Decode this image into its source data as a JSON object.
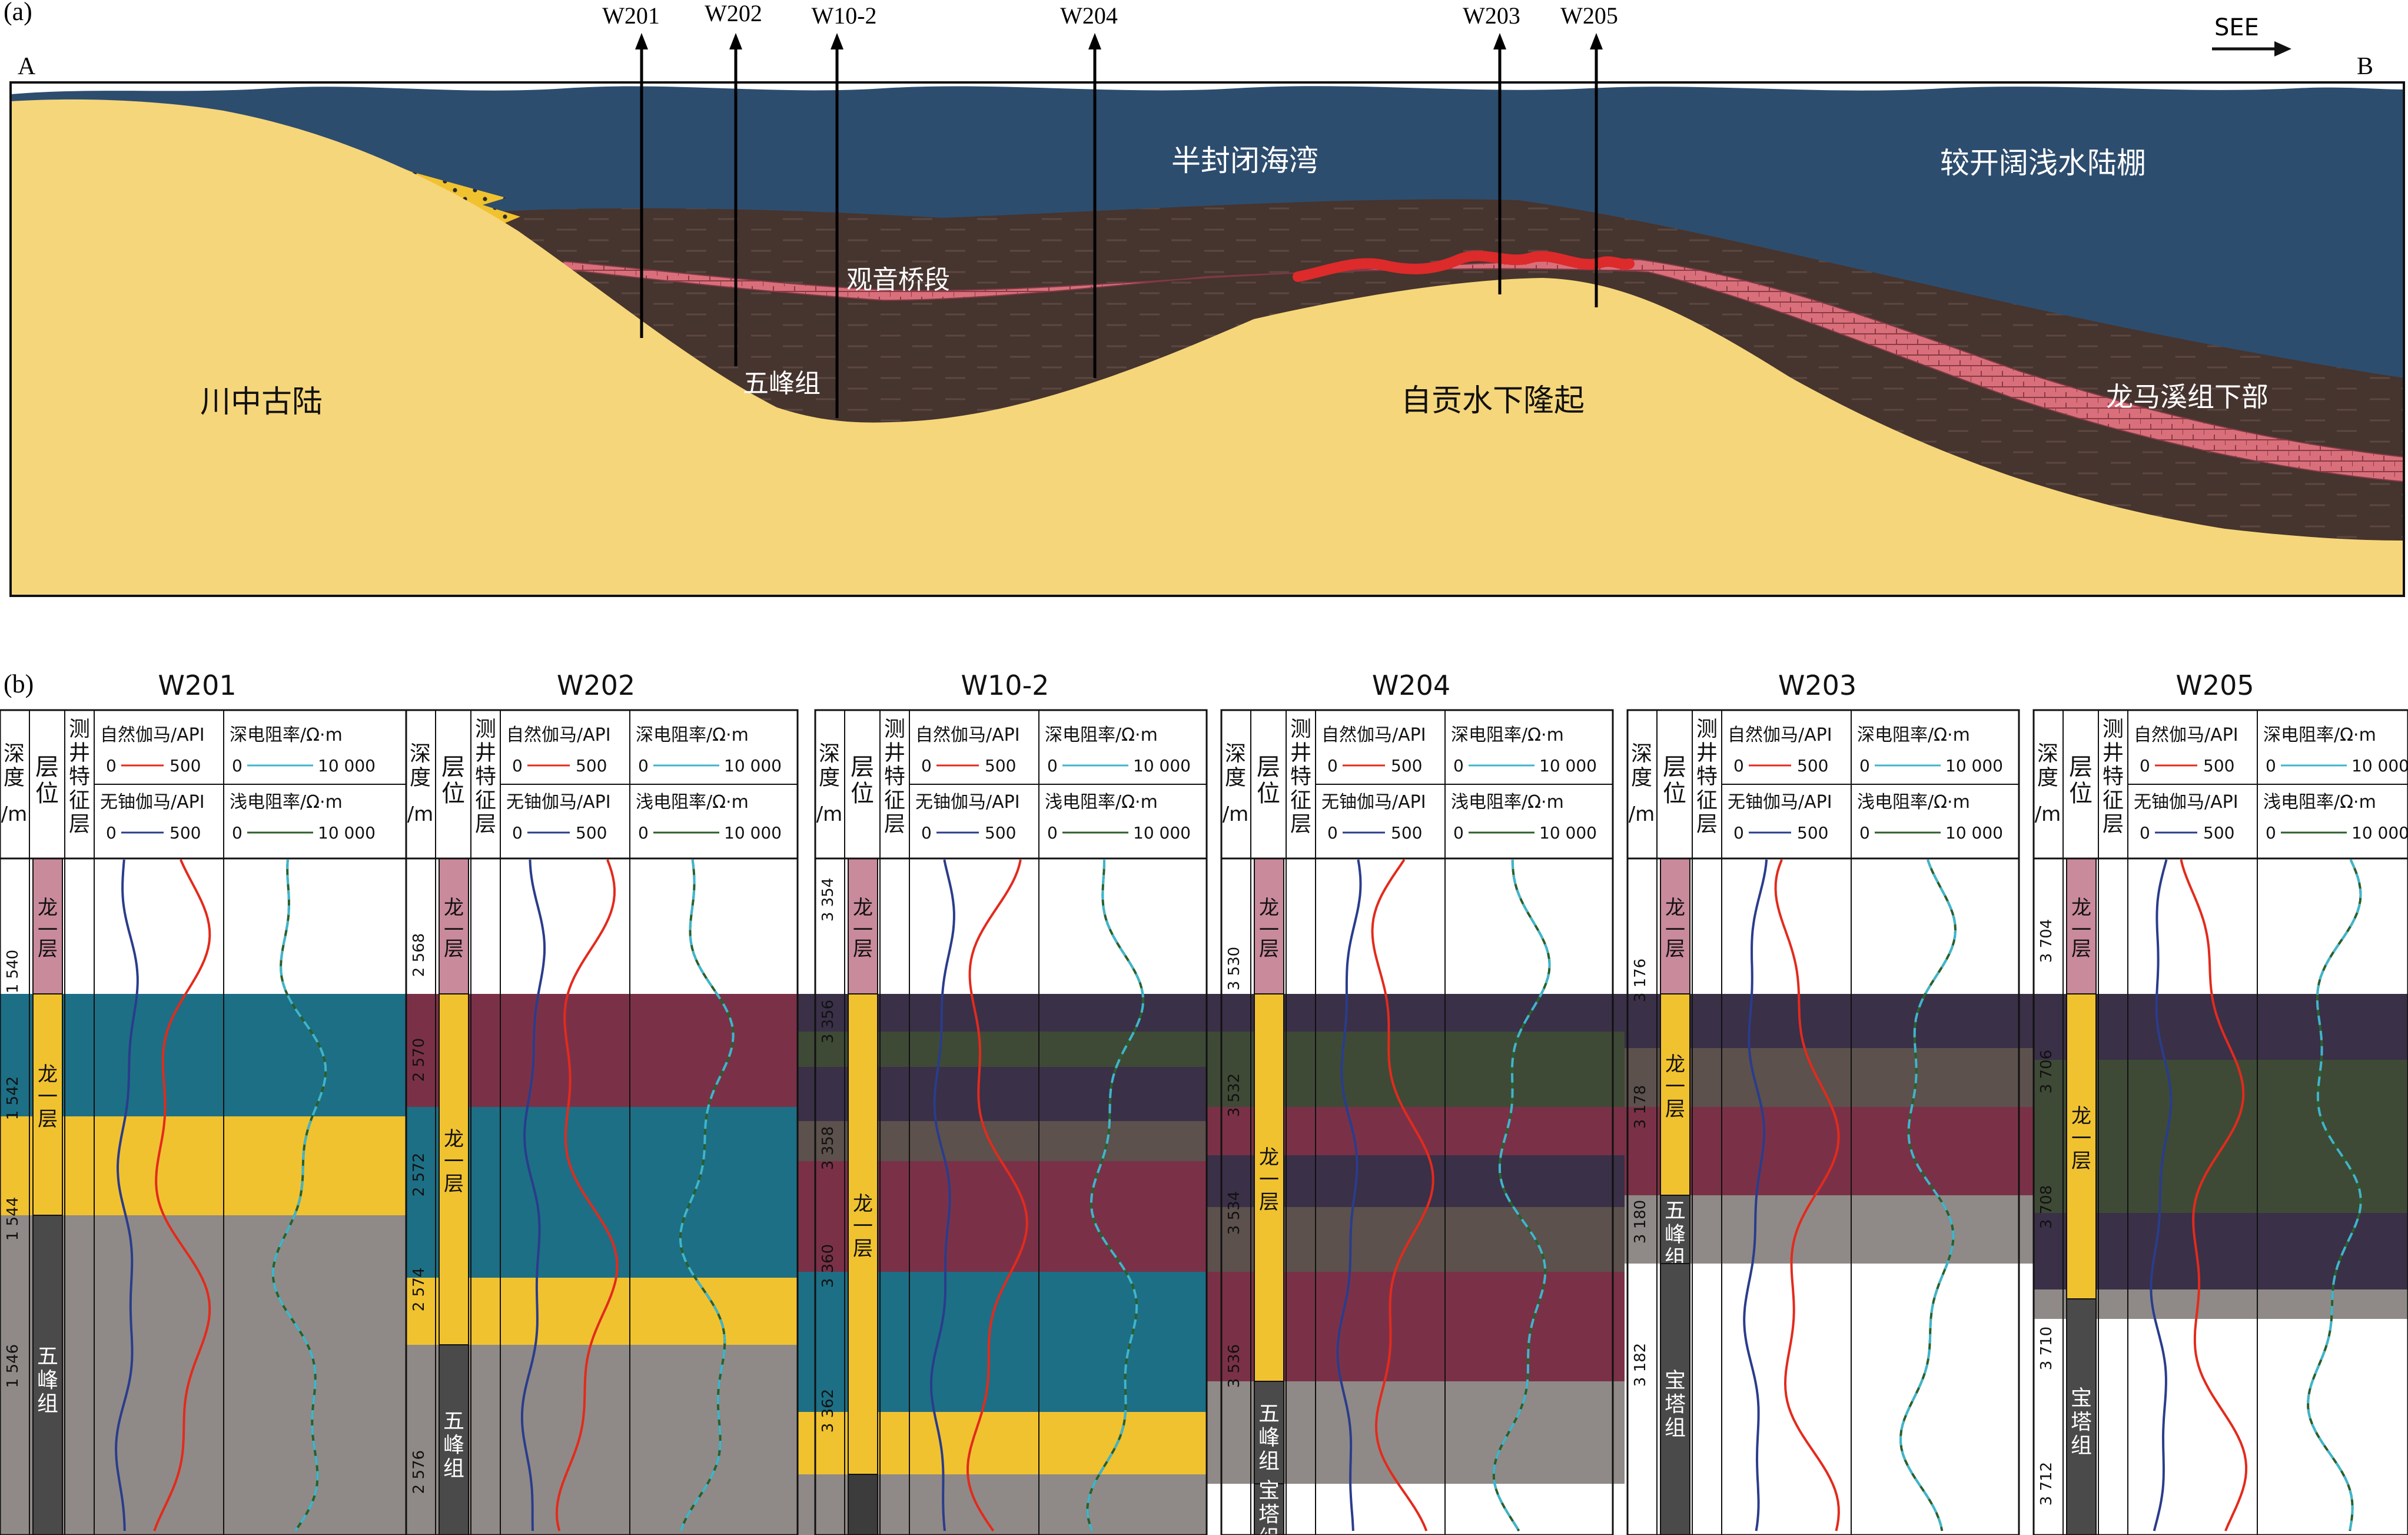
{
  "panel_a": {
    "label": "(a)",
    "end_left": "A",
    "end_right": "B",
    "direction": "SEE",
    "wells": [
      "W201",
      "W202",
      "W10-2",
      "W204",
      "W203",
      "W205"
    ],
    "regions": {
      "bay": "半封闭海湾",
      "shelf": "较开阔浅水陆棚",
      "guanyinqiao": "观音桥段",
      "wufeng": "五峰组",
      "chuanzhong": "川中古陆",
      "zigong": "自贡水下隆起",
      "longmaxi": "龙马溪组下部"
    }
  },
  "panel_b": {
    "label": "(b)",
    "header": {
      "depth": "深度/m",
      "layer": "层位",
      "log_layer": "测井特征层",
      "gr": "自然伽马/API",
      "gr_range": [
        "0",
        "500"
      ],
      "kth": "无铀伽马/API",
      "kth_range": [
        "0",
        "500"
      ],
      "rd": "深电阻率/Ω·m",
      "rd_range": [
        "0",
        "10 000"
      ],
      "rs": "浅电阻率/Ω·m",
      "rs_range": [
        "0",
        "10 000"
      ]
    },
    "layer_names": {
      "long2": "龙₁²一层",
      "long1": "龙₁¹一层",
      "wufeng": "五峰组",
      "baota": "宝塔组"
    },
    "wells": [
      {
        "name": "W201",
        "depths": [
          "1 540",
          "1 542",
          "1 544",
          "1 546"
        ]
      },
      {
        "name": "W202",
        "depths": [
          "2 568",
          "2 570",
          "2 572",
          "2 574",
          "2 576"
        ]
      },
      {
        "name": "W10-2",
        "depths": [
          "3 354",
          "3 356",
          "3 358",
          "3 360",
          "3 362"
        ]
      },
      {
        "name": "W204",
        "depths": [
          "3 530",
          "3 532",
          "3 534",
          "3 536"
        ]
      },
      {
        "name": "W203",
        "depths": [
          "3 176",
          "3 178",
          "3 180",
          "3 182"
        ]
      },
      {
        "name": "W205",
        "depths": [
          "3 704",
          "3 706",
          "3 708",
          "3 710",
          "3 712"
        ]
      }
    ]
  },
  "colors": {
    "sea": "#2d4d6e",
    "land": "#f6d67b",
    "shale": "#46342e",
    "limestone": "#d96f7a",
    "red_band": "#dd2a2a",
    "teal": "#1d6f85",
    "yellow": "#f1c230",
    "maroon": "#7a3147",
    "purple_dark": "#3a3048",
    "olive": "#3e4a36",
    "gray": "#8f8a87",
    "taupe": "#5c514c",
    "column_pink": "#c98a9b",
    "column_dark": "#4a4a4a",
    "gr_curve": "#e32a1c",
    "kth_curve": "#2a3c8c",
    "rd_curve": "#3fb5cc",
    "rs_curve": "#2d5e2a"
  }
}
